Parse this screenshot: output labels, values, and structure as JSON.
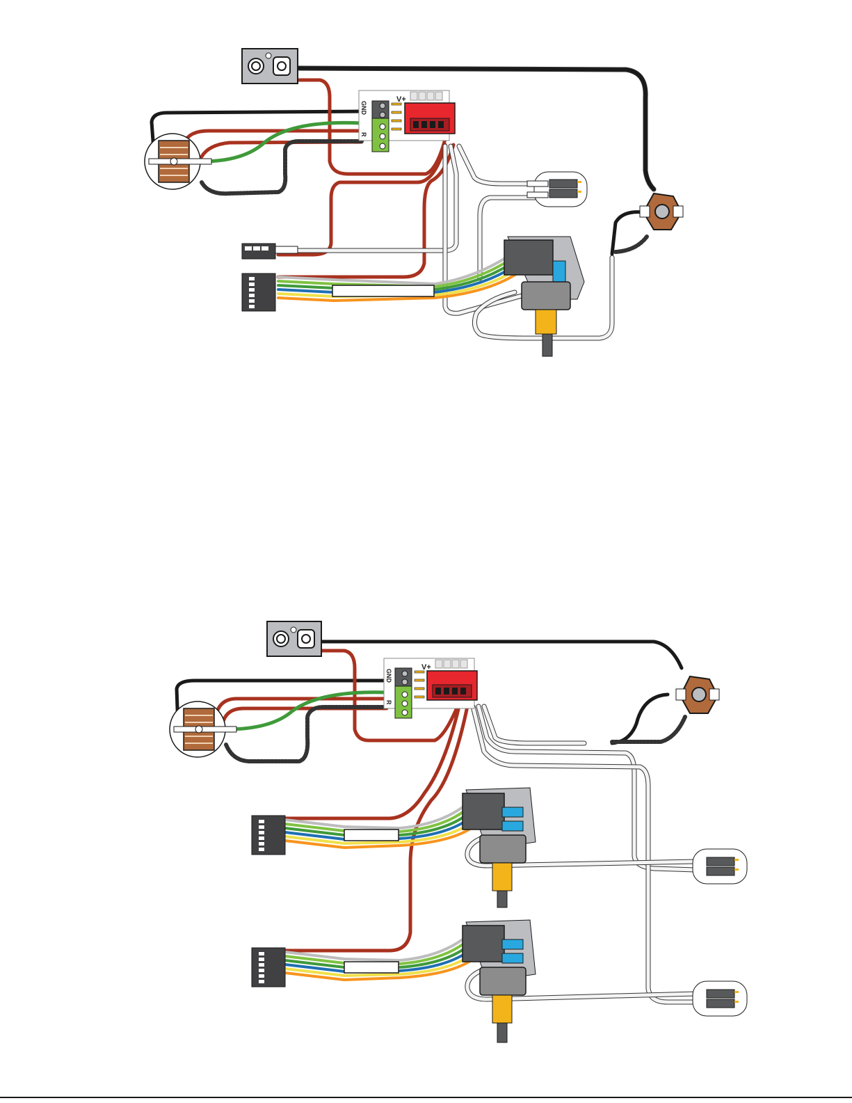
{
  "colors": {
    "background": "#ffffff",
    "black_wire": "#1a1a1a",
    "red_wire": "#a8321f",
    "green_wire": "#3f9a3a",
    "white_wire": "#f4f4f4",
    "red_connector": "#e8262d",
    "green_terminal": "#7fc242",
    "blue_switch": "#29a8e0",
    "pot_shaft": "#f3b41b",
    "dark_gray_block": "#58595b",
    "gray_body": "#8c8c8c",
    "pickup_wood": "#b06a3c",
    "ribbon_colors": [
      "#7fc242",
      "#3f9a3a",
      "#1f6fb2",
      "#f0e04a",
      "#f7941d",
      "#bdbdbd"
    ]
  },
  "board_labels": {
    "vplus": "V+",
    "gnd": "GND",
    "ground": "GND",
    "right": "R"
  },
  "diagrams": [
    {
      "variant": "top",
      "components": [
        "output-jack-plate",
        "preamp-board",
        "pickup-coil",
        "stereo-header",
        "2-pin-connector",
        "6-pin-connector",
        "push-pull-pot",
        "battery-snap"
      ]
    },
    {
      "variant": "bottom",
      "components": [
        "output-jack-plate",
        "preamp-board",
        "pickup-coil",
        "6-pin-connector",
        "6-pin-connector",
        "push-pull-pot",
        "push-pull-pot",
        "stereo-header",
        "stereo-header",
        "battery-snap"
      ]
    }
  ]
}
